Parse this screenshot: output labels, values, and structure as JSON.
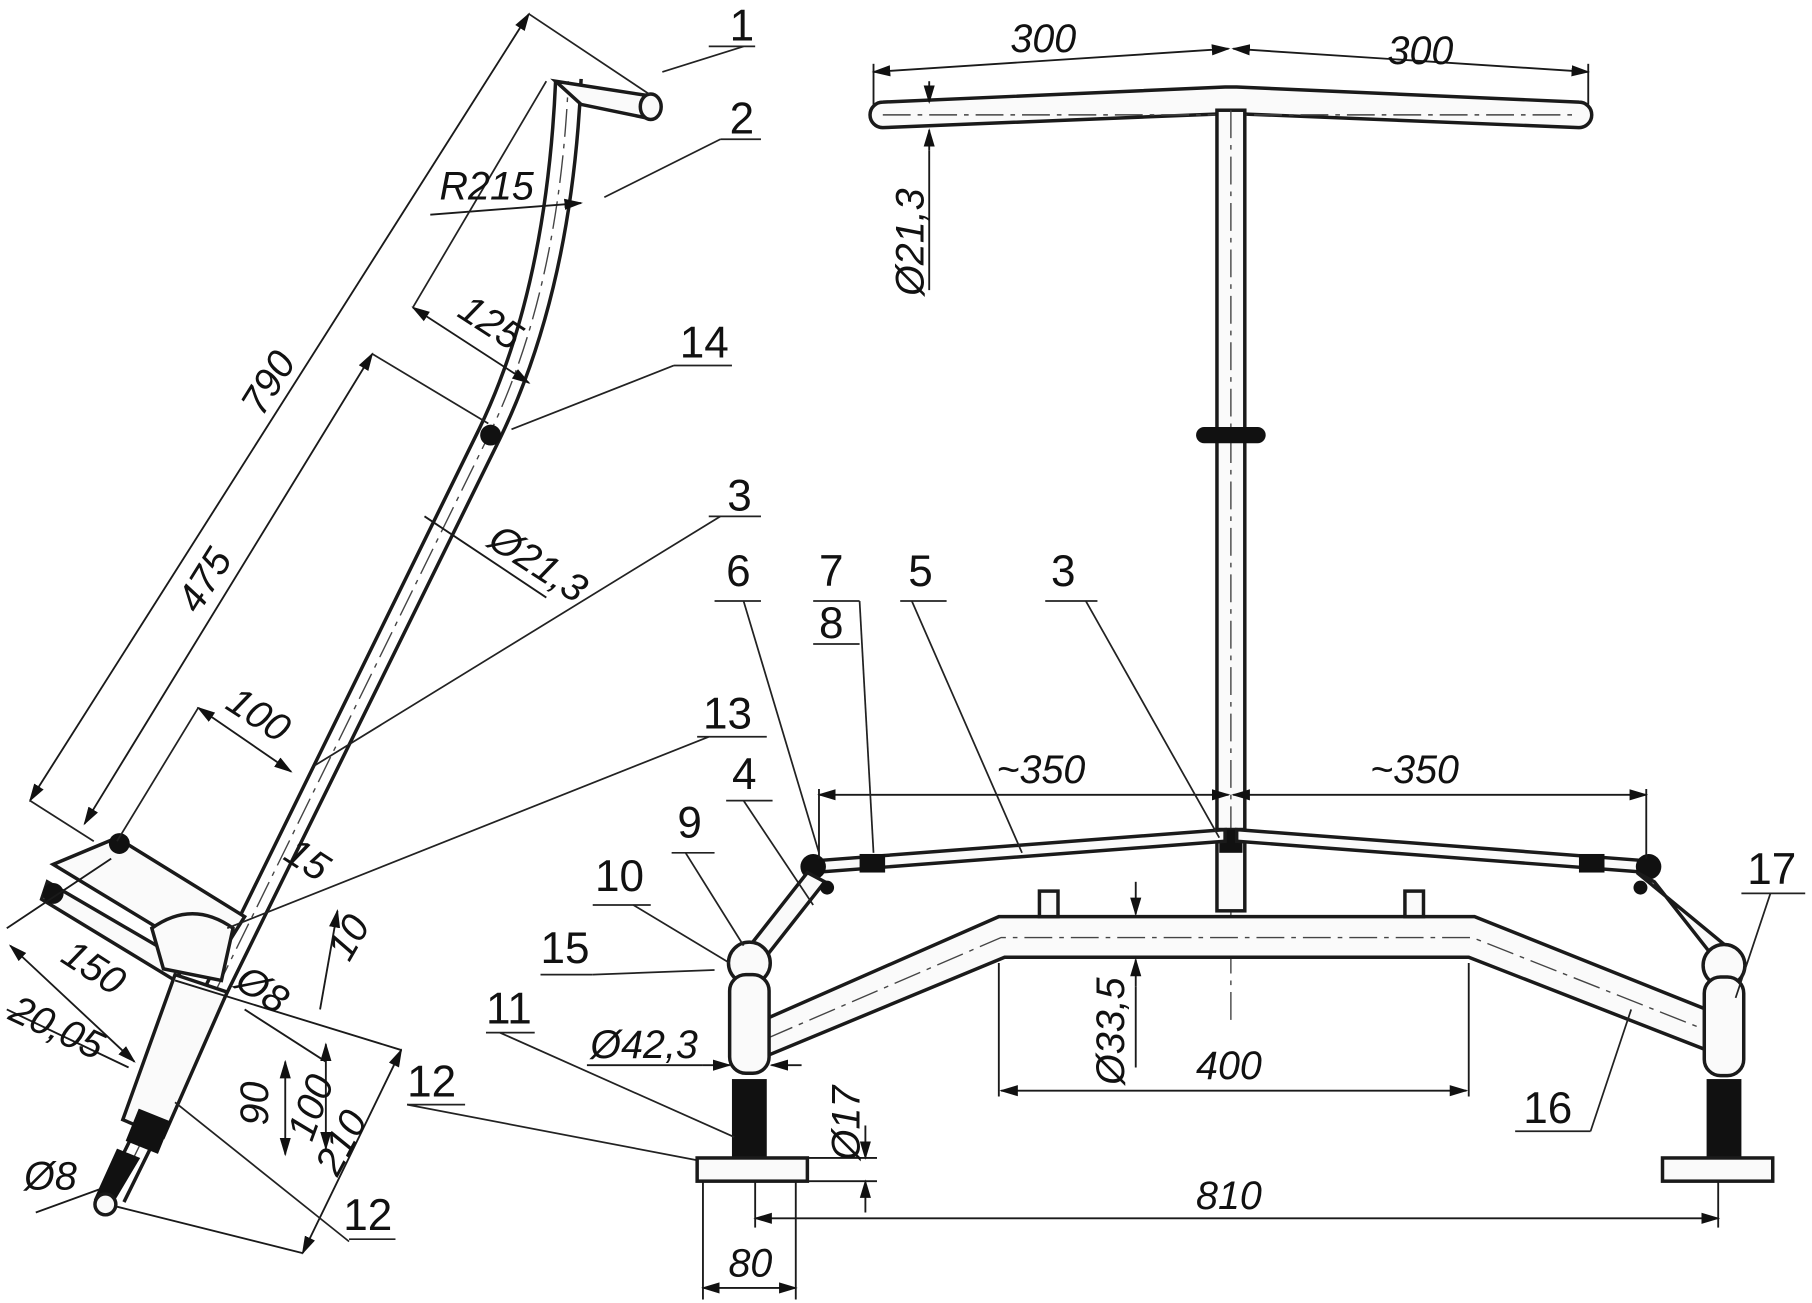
{
  "side_view": {
    "dimensions": [
      "790",
      "475",
      "R215",
      "125",
      "Ø21,3",
      "100",
      "15",
      "10",
      "150",
      "20,05",
      "Ø8",
      "Ø8",
      "90",
      "100",
      "210"
    ],
    "part_numbers": [
      "1",
      "2",
      "14",
      "3",
      "13",
      "12",
      "12"
    ]
  },
  "front_view": {
    "dimensions": [
      "300",
      "300",
      "Ø21,3",
      "~350",
      "~350",
      "400",
      "Ø33,5",
      "810",
      "80",
      "Ø17",
      "Ø42,3"
    ],
    "part_numbers": [
      "6",
      "7",
      "8",
      "5",
      "3",
      "4",
      "9",
      "10",
      "15",
      "11",
      "12",
      "16",
      "17"
    ]
  }
}
